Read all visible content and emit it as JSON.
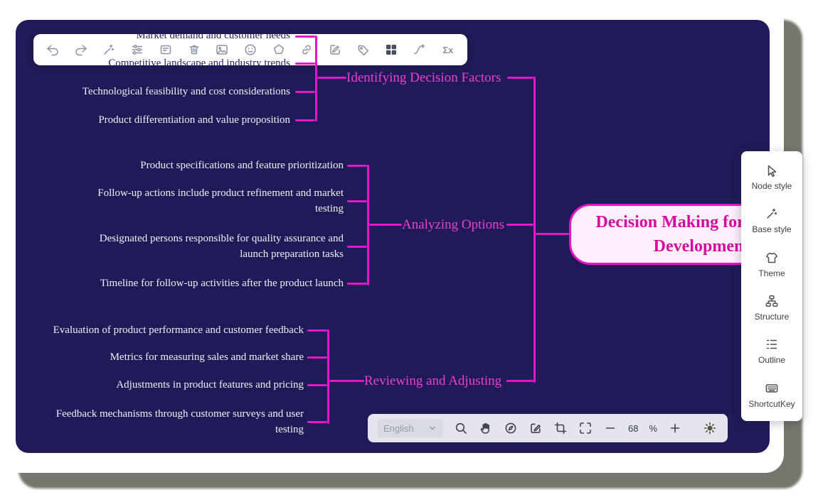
{
  "toolbar": {
    "formula_label": "Σx",
    "icons": [
      "undo",
      "redo",
      "ai-beautify",
      "organize",
      "insert-node",
      "delete-node",
      "image",
      "emoji",
      "sticker",
      "hyperlink",
      "note",
      "tag",
      "layout",
      "associative-line",
      "formula"
    ]
  },
  "map": {
    "root": {
      "text": "Decision Making for Product\nDevelopment"
    },
    "branches": [
      {
        "label": "Identifying Decision Factors",
        "children": [
          "Market demand and customer needs",
          "Competitive landscape and industry trends",
          "Technological feasibility and cost considerations",
          "Product differentiation and value proposition"
        ]
      },
      {
        "label": "Analyzing Options",
        "children": [
          "Product specifications and feature prioritization",
          "Follow-up actions include product refinement and market\ntesting",
          "Designated persons responsible for quality assurance and\nlaunch preparation tasks",
          "Timeline for follow-up activities after the product launch"
        ]
      },
      {
        "label": "Reviewing and Adjusting",
        "children": [
          "Evaluation of product performance and customer feedback",
          "Metrics for measuring sales and market share",
          "Adjustments in product features and pricing",
          "Feedback mechanisms through customer surveys and user\ntesting"
        ]
      }
    ]
  },
  "bottom_bar": {
    "language_selector": {
      "value": "English"
    },
    "zoom": {
      "value": "68",
      "unit": "%"
    },
    "icons": [
      "search",
      "hand-drag",
      "locate",
      "edit",
      "crop",
      "fit-screen",
      "zoom-out",
      "zoom-in",
      "theme-toggle"
    ]
  },
  "sidebar": {
    "items": [
      {
        "icon": "node-style-icon",
        "label": "Node style"
      },
      {
        "icon": "base-style-icon",
        "label": "Base style"
      },
      {
        "icon": "theme-icon",
        "label": "Theme"
      },
      {
        "icon": "structure-icon",
        "label": "Structure"
      },
      {
        "icon": "outline-icon",
        "label": "Outline"
      },
      {
        "icon": "shortcut-key-icon",
        "label": "ShortcutKey"
      }
    ]
  },
  "colors": {
    "canvas_background": "#201b58",
    "connector_magenta": "#e714cb",
    "branch_label_pink": "#ee3ed2",
    "root_text_pink": "#d40a9e",
    "root_fill": "#fdf0fc",
    "child_text": "#eef0f8",
    "shadow_gray": "#686d60"
  }
}
